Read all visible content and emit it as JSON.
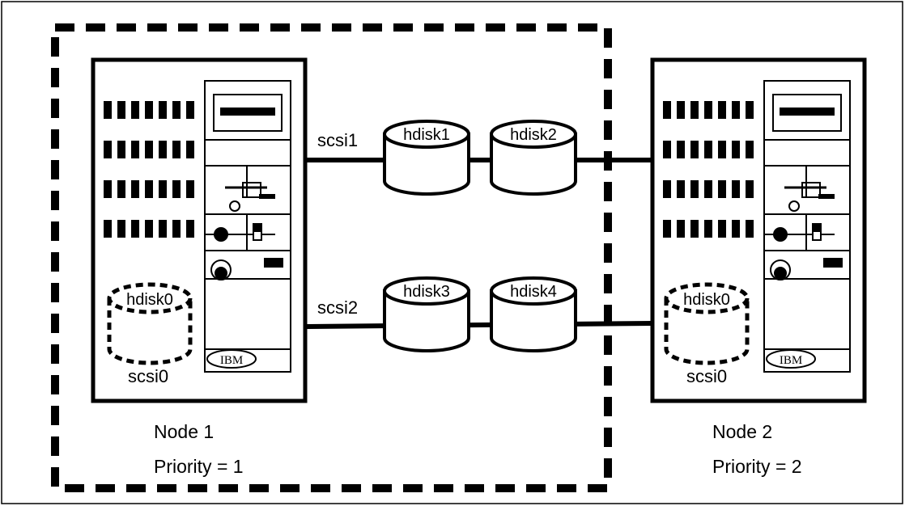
{
  "nodes": [
    {
      "name": "Node 1",
      "priority": "Priority = 1",
      "local_disk": "hdisk0",
      "local_adapter": "scsi0",
      "brand": "IBM"
    },
    {
      "name": "Node 2",
      "priority": "Priority = 2",
      "local_disk": "hdisk0",
      "local_adapter": "scsi0",
      "brand": "IBM"
    }
  ],
  "buses": [
    {
      "adapter": "scsi1",
      "disks": [
        "hdisk1",
        "hdisk2"
      ]
    },
    {
      "adapter": "scsi2",
      "disks": [
        "hdisk3",
        "hdisk4"
      ]
    }
  ]
}
